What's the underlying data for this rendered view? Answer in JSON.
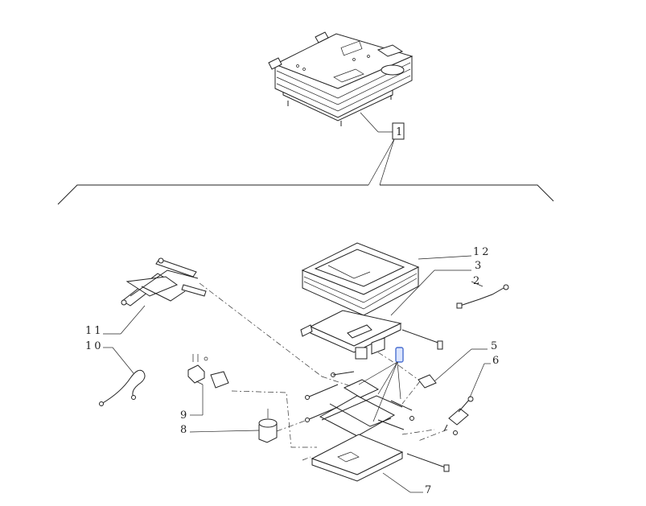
{
  "main_callout": "1",
  "callouts": {
    "c1": "1",
    "c2": "2",
    "c3": "3",
    "c5": "5",
    "c6": "6",
    "c7": "7",
    "c8": "8",
    "c9": "9",
    "c10": "10",
    "c11": "11",
    "c12": "12"
  },
  "colors": {
    "line": "#222222",
    "highlight": "#4a6fd0",
    "highlight_fill": "#dbe5ff"
  }
}
